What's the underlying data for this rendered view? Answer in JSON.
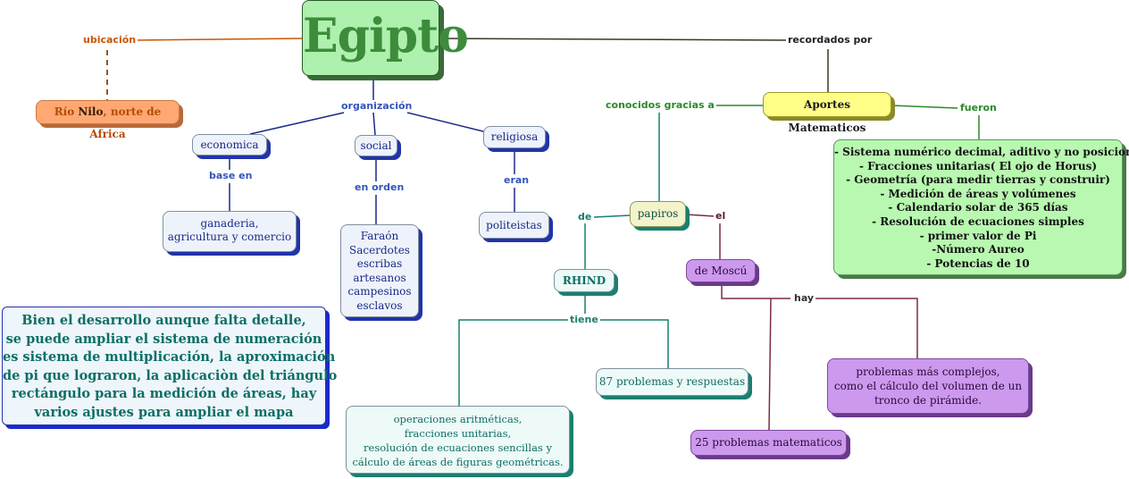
{
  "title": "Egipto",
  "links": {
    "ubicacion": "ubicación",
    "organizacion": "organización",
    "recordados_por": "recordados por",
    "conocidos_gracias_a": "conocidos gracias a",
    "fueron": "fueron",
    "base_en": "base en",
    "en_orden": "en orden",
    "eran": "eran",
    "de": "de",
    "el": "el",
    "tiene": "tiene",
    "hay": "hay"
  },
  "nodes": {
    "rio_nilo": {
      "part1": "Río ",
      "part2": "Nilo",
      "part3": ", norte de Africa"
    },
    "economica": "economica",
    "social": "social",
    "religiosa": "religiosa",
    "ganaderia": [
      "ganaderia,",
      "agricultura y comercio"
    ],
    "social_orden": [
      "Faraón",
      "Sacerdotes",
      "escribas",
      "artesanos",
      "campesinos",
      "esclavos"
    ],
    "politeistas": "politeistas",
    "aportes": "Aportes Matematicos",
    "aportes_list": [
      "- Sistema numérico decimal, aditivo y no posicional",
      "- Fracciones unitarias( El ojo de Horus)",
      "- Geometría (para medir tierras y construir)",
      "- Medición de áreas y volúmenes",
      "- Calendario solar de 365 días",
      "- Resolución de ecuaciones simples",
      "- primer valor de Pi",
      "-Número Aureo",
      "- Potencias de 10"
    ],
    "papiros": "papiros",
    "rhind": "RHIND",
    "moscu": "de Moscú",
    "problemas_87": "87 problemas y respuestas",
    "operaciones": [
      "operaciones aritméticas,",
      "fracciones unitarias,",
      "resolución de ecuaciones sencillas y",
      "cálculo de áreas de figuras geométricas."
    ],
    "complejos": [
      "problemas más complejos,",
      "como el cálculo del volumen de un",
      "tronco de pirámide."
    ],
    "problemas_25": "25 problemas matematicos"
  },
  "feedback": [
    "Bien el desarrollo aunque falta detalle,",
    "se puede ampliar el sistema de numeración",
    "es sistema de multiplicación, la aproximación",
    "de pi que lograron, la aplicaciòn del triángulo",
    "rectángulo para la medición de áreas, hay",
    "varios ajustes para ampliar el mapa"
  ]
}
